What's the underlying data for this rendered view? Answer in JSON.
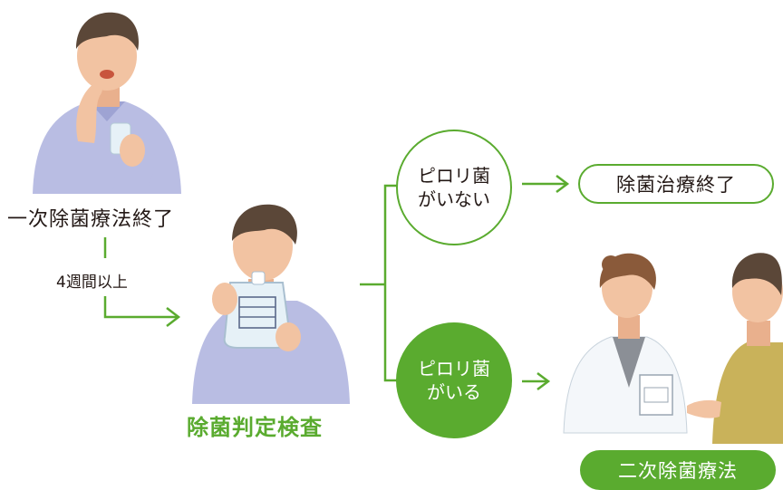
{
  "steps": {
    "first_therapy_end": "一次除菌療法終了",
    "wait_period": "4週間以上",
    "eradication_test": "除菌判定検査"
  },
  "outcomes": {
    "negative_line1": "ピロリ菌",
    "negative_line2": "がいない",
    "positive_line1": "ピロリ菌",
    "positive_line2": "がいる"
  },
  "results": {
    "therapy_complete": "除菌治療終了",
    "second_therapy": "二次除菌療法"
  },
  "colors": {
    "accent_green": "#5aab2f",
    "text": "#231815"
  }
}
